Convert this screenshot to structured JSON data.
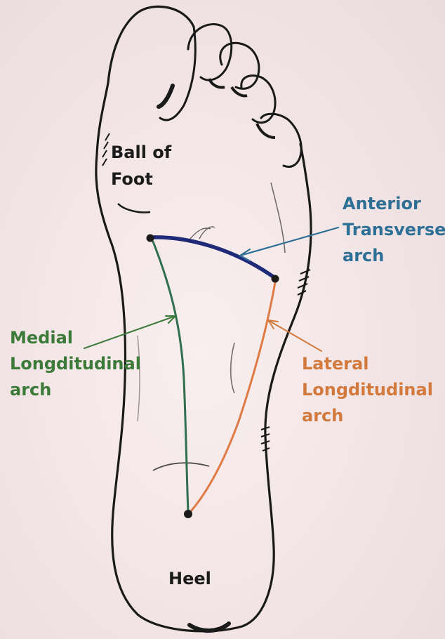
{
  "labels": {
    "ball_of_foot": [
      "Ball of",
      "Foot"
    ],
    "anterior_transverse_arch": [
      "Anterior",
      "Transverse",
      "arch"
    ],
    "medial_longitudinal_arch": [
      "Medial",
      "Longditudinal",
      "arch"
    ],
    "lateral_longitudinal_arch": [
      "Lateral",
      "Longditudinal",
      "arch"
    ],
    "heel": [
      "Heel"
    ]
  },
  "colors": {
    "outline": "#1a1a1a",
    "anterior_transverse": "#1f2a78",
    "anterior_label": "#2e6f96",
    "medial": "#2f6e4f",
    "medial_label": "#3c7a3a",
    "lateral": "#df7a45",
    "lateral_label": "#d27a3e"
  }
}
